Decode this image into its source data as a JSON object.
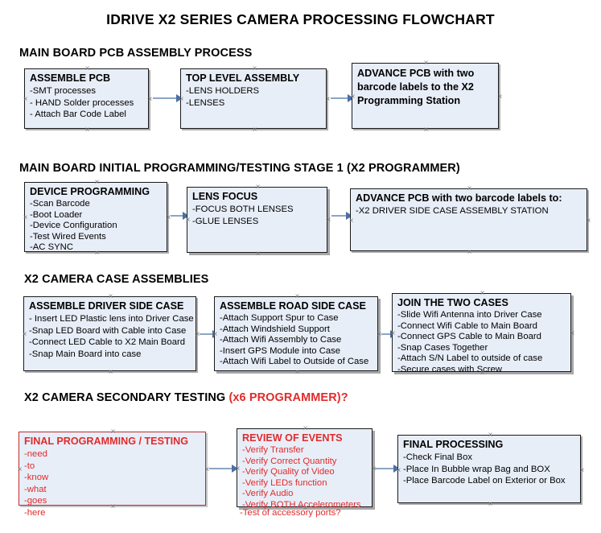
{
  "document": {
    "title": "IDRIVE X2  SERIES CAMERA PROCESSING FLOWCHART"
  },
  "colors": {
    "node_fill": "#e8eef8",
    "node_border": "#1a1a1a",
    "connector": "#8ba6c4",
    "arrowhead": "#4a6fa5",
    "accent_red": "#e02b2b"
  },
  "sections": [
    {
      "id": "main-board-pcb-assembly",
      "heading": "MAIN BOARD PCB ASSEMBLY PROCESS",
      "heading_accent": "",
      "nodes": [
        {
          "id": "assemble-pcb",
          "title": "ASSEMBLE PCB",
          "lines": [
            "-SMT processes",
            "- HAND Solder processes",
            "- Attach Bar Code Label"
          ]
        },
        {
          "id": "top-level-assembly",
          "title": "TOP LEVEL ASSEMBLY",
          "lines": [
            "-LENS HOLDERS",
            "-LENSES"
          ]
        },
        {
          "id": "advance-pcb-programming-station",
          "title": "ADVANCE PCB with two barcode labels to the  X2 Programming Station",
          "lines": []
        }
      ]
    },
    {
      "id": "main-board-initial-programming",
      "heading": "MAIN BOARD INITIAL PROGRAMMING/TESTING STAGE 1 (X2 PROGRAMMER)",
      "heading_accent": "",
      "nodes": [
        {
          "id": "device-programming",
          "title": "DEVICE PROGRAMMING",
          "lines": [
            "-Scan Barcode",
            "-Boot Loader",
            "-Device Configuration",
            "-Test Wired Events",
            "-AC SYNC"
          ]
        },
        {
          "id": "lens-focus",
          "title": "LENS FOCUS",
          "lines": [
            "-FOCUS BOTH LENSES",
            "-GLUE LENSES"
          ]
        },
        {
          "id": "advance-pcb-driver-side-case",
          "title": "ADVANCE PCB with two barcode labels to:",
          "lines": [
            "-X2 DRIVER  SIDE  CASE  ASSEMBLY STATION"
          ]
        }
      ]
    },
    {
      "id": "x2-camera-case-assemblies",
      "heading": "X2 CAMERA CASE ASSEMBLIES",
      "heading_accent": "",
      "nodes": [
        {
          "id": "assemble-driver-side-case",
          "title": "ASSEMBLE DRIVER SIDE CASE",
          "lines": [
            "- Insert LED Plastic lens into Driver Case",
            "-Snap LED Board with Cable into Case",
            "-Connect LED Cable to X2 Main Board",
            "-Snap Main Board into case"
          ]
        },
        {
          "id": "assemble-road-side-case",
          "title": "ASSEMBLE ROAD SIDE CASE",
          "lines": [
            "-Attach Support Spur to Case",
            "-Attach Windshield Support",
            "-Attach Wifi Assembly to Case",
            "-Insert GPS Module into Case",
            "-Attach Wifi Label to Outside of Case"
          ]
        },
        {
          "id": "join-the-two-cases",
          "title": "JOIN THE TWO CASES",
          "lines": [
            "-Slide Wifi Antenna into Driver Case",
            "-Connect Wifi Cable to Main Board",
            "-Connect GPS Cable to Main Board",
            "-Snap Cases Together",
            "-Attach S/N Label to outside of case",
            "-Secure cases with Screw"
          ]
        }
      ]
    },
    {
      "id": "x2-camera-secondary-testing",
      "heading": "X2 CAMERA SECONDARY TESTING ",
      "heading_accent": "(x6 PROGRAMMER)?",
      "nodes": [
        {
          "id": "final-programming-testing",
          "title": "FINAL PROGRAMMING / TESTING",
          "lines": [
            "-need",
            "-to",
            "-know",
            "-what",
            "-goes",
            "-here"
          ]
        },
        {
          "id": "review-of-events",
          "title": "REVIEW OF EVENTS",
          "lines": [
            "-Verify Transfer",
            "-Verify Correct Quantity",
            "-Verify Quality of Video",
            "-Verify LEDs function",
            "-Verify Audio",
            "-Verify BOTH Accelerometers"
          ],
          "overflow_line": "-Test of accessory ports?"
        },
        {
          "id": "final-processing",
          "title": "FINAL PROCESSING",
          "lines": [
            " -Check Final Box",
            "-Place In Bubble wrap Bag and BOX",
            "-Place Barcode Label on Exterior or Box"
          ]
        }
      ]
    }
  ]
}
